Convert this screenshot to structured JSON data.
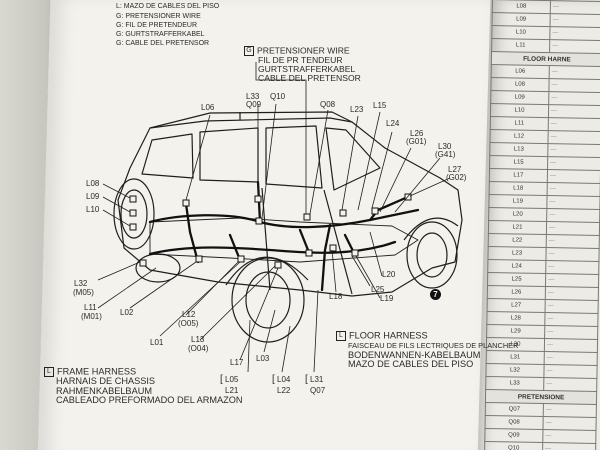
{
  "header_lines": [
    "L: MAZO DE CABLES DEL PISO",
    "G: PRETENSIONER WIRE",
    "G: FIL DE PRETENDEUR",
    "G: GURTSTRAFFERKABEL",
    "G: CABLE DEL PRETENSOR"
  ],
  "pretensioner_callout": {
    "box_letter": "G",
    "lines": [
      "PRETENSIONER WIRE",
      "FIL DE PR TENDEUR",
      "GURTSTRAFFERKABEL",
      "CABLE DEL PRETENSOR"
    ]
  },
  "connector_labels": [
    "L06",
    "L33",
    "Q09",
    "Q10",
    "Q08",
    "L23",
    "L15",
    "L24",
    "L26",
    "(G01)",
    "L30",
    "(G41)",
    "L27",
    "(G02)",
    "L08",
    "L09",
    "L10",
    "L32",
    "(M05)",
    "L11",
    "(M01)",
    "L02",
    "L12",
    "(O05)",
    "L01",
    "L13",
    "(O04)",
    "L17",
    "L03",
    "L18",
    "L25",
    "L19",
    "L20"
  ],
  "bottom_connectors": {
    "left": [
      "L05",
      "L21"
    ],
    "mid": [
      "L04",
      "L22"
    ],
    "right": [
      "L31",
      "Q07"
    ]
  },
  "floor_harness": {
    "box_letter": "L",
    "lines": [
      "FLOOR HARNESS",
      "FAISCEAU DE FILS  LECTRIQUES DE PLANCHER",
      "BODENWANNEN-KABELBAUM",
      "MAZO DE CABLES DEL PISO"
    ]
  },
  "frame_harness": {
    "box_letter": "L",
    "lines": [
      "FRAME HARNESS",
      "HARNAIS DE CHASSIS",
      "RAHMENKABELBAUM",
      "CABLEADO PREFORMADO DEL ARMAZON"
    ]
  },
  "figure_badge": "7",
  "right_table": {
    "top_rows": [
      "L08",
      "L09",
      "L10",
      "L11"
    ],
    "floor_section": "FLOOR HARNE",
    "floor_rows": [
      "L06",
      "L08",
      "L09",
      "L10",
      "L11",
      "L12",
      "L13",
      "L15",
      "L17",
      "L18",
      "L19",
      "L20",
      "L21",
      "L22",
      "L23",
      "L24",
      "L25",
      "L26",
      "L27",
      "L28",
      "L29",
      "L30",
      "L31",
      "L32",
      "L33"
    ],
    "pretensioner_section": "PRETENSIONE",
    "pretensioner_rows": [
      "Q07",
      "Q08",
      "Q09",
      "Q10"
    ]
  }
}
